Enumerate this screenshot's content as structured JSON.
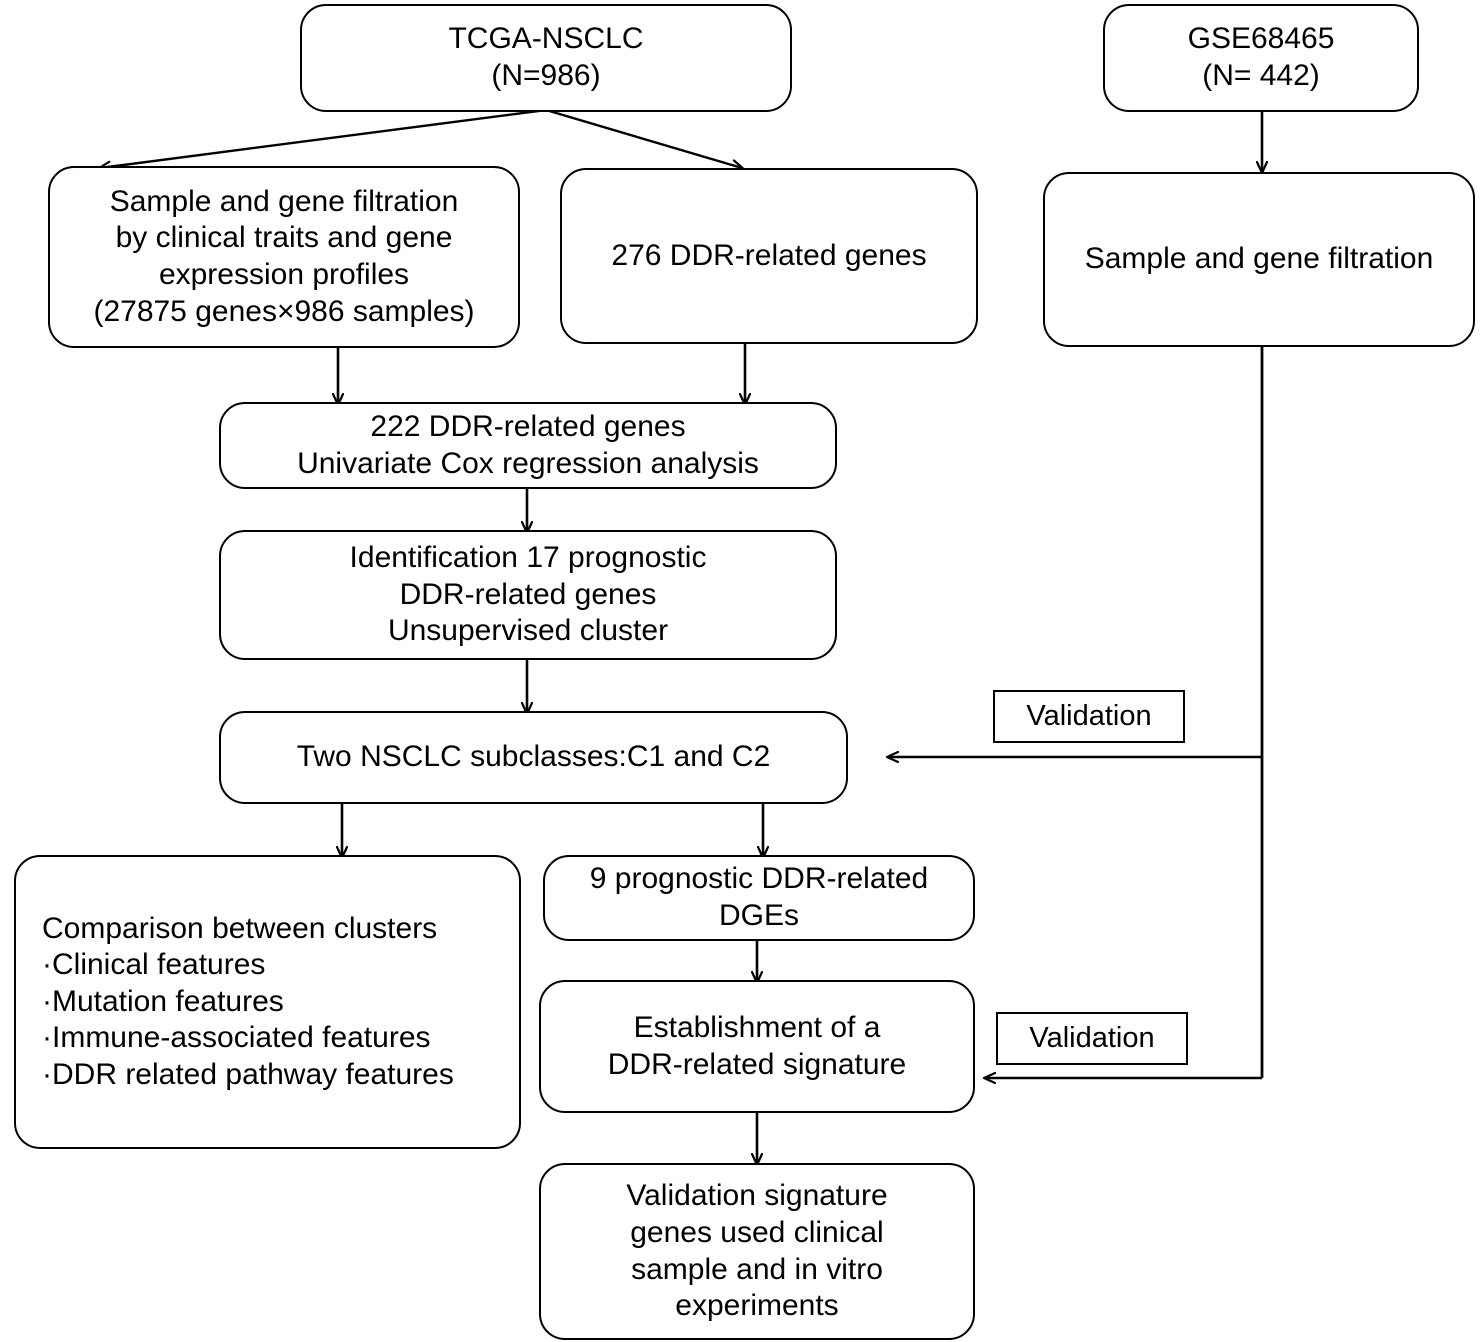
{
  "diagram": {
    "title": "NSCLC DDR-related gene signature study workflow",
    "line_color": "#000000",
    "background": "#ffffff",
    "nodes": {
      "tcga_nsclc": "TCGA-NSCLC\n(N=986)",
      "gse68465": "GSE68465\n(N= 442)",
      "sample_gene_filtration_tcga": "Sample and gene filtration\nby clinical traits and gene\nexpression profiles\n(27875 genes×986 samples)",
      "ddr_related_genes_276": "276 DDR-related genes",
      "sample_gene_filtration_geo": "Sample and gene filtration",
      "ddr_related_genes_222": "222 DDR-related genes\nUnivariate Cox regression analysis",
      "identification_17": "Identification 17 prognostic\nDDR-related genes\nUnsupervised cluster",
      "two_subclasses": "Two NSCLC subclasses:C1 and  C2",
      "comparison_clusters": "Comparison between clusters\n·Clinical features\n·Mutation features\n·Immune-associated features\n·DDR related pathway features",
      "prognostic_dges_9": "9  prognostic DDR-related\nDGEs",
      "establishment_signature": "Establishment of a\nDDR-related signature",
      "validation_experiments": "Validation signature\ngenes used clinical\nsample and in vitro\nexperiments",
      "validation_label_1": "Validation",
      "validation_label_2": "Validation"
    }
  }
}
